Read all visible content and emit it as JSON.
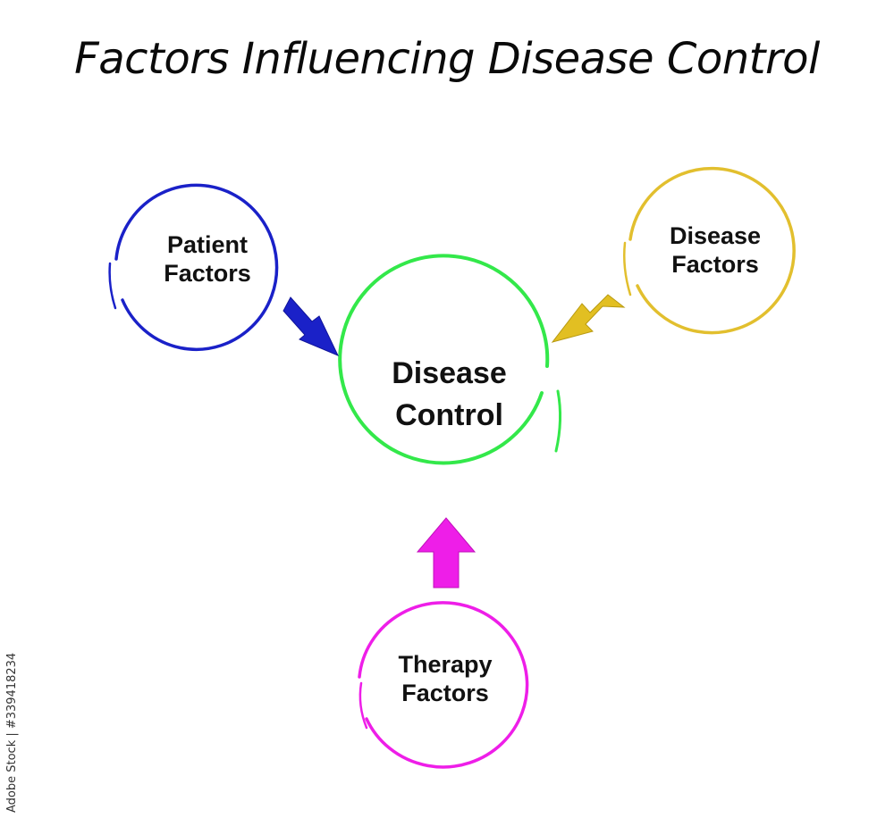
{
  "title": "Factors Influencing Disease Control",
  "center": {
    "line1": "Disease",
    "line2": "Control",
    "color": "#33e84a"
  },
  "factors": [
    {
      "line1": "Patient",
      "line2": "Factors",
      "color": "#1a21c8"
    },
    {
      "line1": "Disease",
      "line2": "Factors",
      "color": "#e2bf2e"
    },
    {
      "line1": "Therapy",
      "line2": "Factors",
      "color": "#ee1ee8"
    }
  ],
  "colors": {
    "patient_arrow": "#1a21c8",
    "disease_arrow": "#e2bf22",
    "therapy_arrow": "#ee1ee8"
  },
  "watermark": "Adobe Stock | #339418234"
}
